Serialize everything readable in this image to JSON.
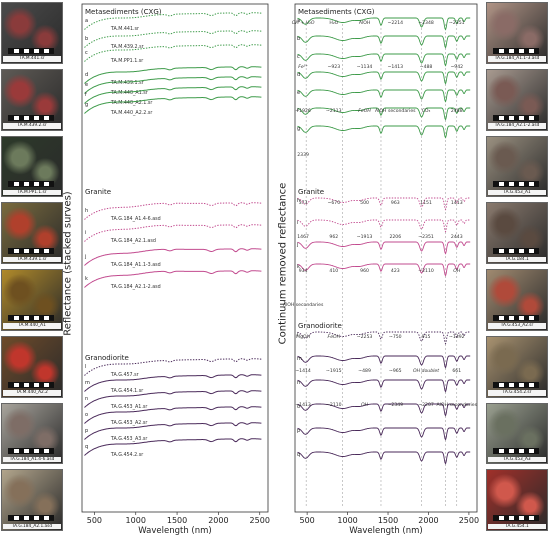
{
  "left_photos": [
    {
      "caption": "TA.M.441.sr",
      "color": "#4b4b4b",
      "accent": "#8a3b3b"
    },
    {
      "caption": "TA.M.439.2.sr",
      "color": "#5e5a55",
      "accent": "#9a3a3a"
    },
    {
      "caption": "TA.M.PP1.1.sr",
      "color": "#2d3a2a",
      "accent": "#6c7a5c"
    },
    {
      "caption": "TA.M.439.1.sr",
      "color": "#7a6b3e",
      "accent": "#b0402c"
    },
    {
      "caption": "TA.M.440_A1",
      "color": "#b08a2a",
      "accent": "#6e5020"
    },
    {
      "caption": "TA.M.440_A2.2",
      "color": "#6e4b2a",
      "accent": "#c0362c"
    },
    {
      "caption": "TA.G.184_A1.4-6.asd",
      "color": "#a8a49c",
      "accent": "#7e6d66"
    },
    {
      "caption": "TA.G.184_A2.1.asd",
      "color": "#b2a58c",
      "accent": "#85705a"
    }
  ],
  "right_photos": [
    {
      "caption": "TA.G.184_A1.1-3.asd",
      "color": "#b09486",
      "accent": "#8a6b66"
    },
    {
      "caption": "TA.G.184_A2.1-2.asd",
      "color": "#a89a90",
      "accent": "#7a5a54"
    },
    {
      "caption": "TA.G.453_A1",
      "color": "#9a9080",
      "accent": "#6a5a50"
    },
    {
      "caption": "TA.G.184.1",
      "color": "#8a7a6e",
      "accent": "#5a4a40"
    },
    {
      "caption": "TA.G.453_A2.sr",
      "color": "#a08a70",
      "accent": "#b04a3a"
    },
    {
      "caption": "TA.G.454.2.sr",
      "color": "#a89270",
      "accent": "#7a6a50"
    },
    {
      "caption": "TA.G.453_A3",
      "color": "#9aa090",
      "accent": "#6a7060"
    },
    {
      "caption": "TA.G.454.1",
      "color": "#a0302a",
      "accent": "#d0584c"
    }
  ],
  "chart_data": [
    {
      "type": "line",
      "panel": "reflectance",
      "ylabel": "Reflectance (stacked surves)",
      "xlabel": "Wavelength (nm)",
      "xlim": [
        350,
        2600
      ],
      "xticks": [
        500,
        1000,
        1500,
        2000,
        2500
      ],
      "groups": [
        {
          "title": "Metasediments (CXG)",
          "color": "#3e9b4a",
          "series": [
            {
              "letter": "a",
              "name": "TA.M.441.sr",
              "style": "dotted",
              "level": 0.0
            },
            {
              "letter": "b",
              "name": "TA.M.439.2.sr",
              "style": "dotted",
              "level": 0.9
            },
            {
              "letter": "c",
              "name": "TA.M.PP1.1.sr",
              "style": "dotted",
              "level": 1.6
            },
            {
              "letter": "d",
              "name": "TA.M.439.1.sr",
              "style": "solid",
              "level": 2.7
            },
            {
              "letter": "e",
              "name": "TA.M.440_A1.sr",
              "style": "solid",
              "level": 3.2
            },
            {
              "letter": "f",
              "name": "TA.M.440_A2.1.sr",
              "style": "solid",
              "level": 3.7
            },
            {
              "letter": "g",
              "name": "TA.M.440_A2.2.sr",
              "style": "solid",
              "level": 4.2
            }
          ]
        },
        {
          "title": "Granite",
          "color": "#c24b8f",
          "series": [
            {
              "letter": "h",
              "name": "TA.G.184_A1.4-6.asd",
              "style": "dotted",
              "level": 0.0
            },
            {
              "letter": "i",
              "name": "TA.G.184_A2.1.asd",
              "style": "dotted",
              "level": 1.1
            },
            {
              "letter": "j",
              "name": "TA.G.184_A1.1-3.asd",
              "style": "solid",
              "level": 2.3
            },
            {
              "letter": "k",
              "name": "TA.G.184_A2.1-2.asd",
              "style": "solid",
              "level": 3.4
            }
          ]
        },
        {
          "title": "Granodiorite",
          "color": "#4a2a5a",
          "series": [
            {
              "letter": "l",
              "name": "TA.G.457.sr",
              "style": "dotted",
              "level": 0.0
            },
            {
              "letter": "m",
              "name": "TA.G.454.1.sr",
              "style": "solid",
              "level": 0.8
            },
            {
              "letter": "n",
              "name": "TA.G.453_A1.sr",
              "style": "solid",
              "level": 1.6
            },
            {
              "letter": "o",
              "name": "TA.G.453_A2.sr",
              "style": "solid",
              "level": 2.4
            },
            {
              "letter": "p",
              "name": "TA.G.453_A3.sr",
              "style": "solid",
              "level": 3.2
            },
            {
              "letter": "q",
              "name": "TA.G.454.2.sr",
              "style": "solid",
              "level": 4.0
            }
          ]
        }
      ]
    },
    {
      "type": "line",
      "panel": "continuum-removed",
      "ylabel": "Continuum removed reflectance",
      "xlabel": "Wavelength (nm)",
      "xlim": [
        350,
        2600
      ],
      "xticks": [
        500,
        1000,
        1500,
        2000,
        2500
      ],
      "groups": [
        {
          "title": "Metasediments (CXG)",
          "color": "#3e9b4a",
          "letters": [
            "a",
            "b",
            "c",
            "d",
            "e",
            "f",
            "g"
          ],
          "annotations": [
            "OH + H₂O",
            "H₂O",
            "AlOH",
            "~2214",
            "~2348",
            "~2351",
            "Fe³⁺",
            "~923",
            "~1134",
            "~1413",
            "~488",
            "~942",
            "~1926",
            "~2113",
            "FeOH",
            "AlOH secondaries",
            "CO₃",
            "2488",
            "2339"
          ]
        },
        {
          "title": "Granite",
          "color": "#c24b8f",
          "letters": [
            "h",
            "i",
            "j",
            "k"
          ],
          "annotations": [
            "373",
            "~670",
            "500",
            "963",
            "1151",
            "1413",
            "1467",
            "962",
            "~1913",
            "2206",
            "~2351",
            "2443",
            "934",
            "410",
            "960",
            "423",
            "~2110",
            "OH",
            "AlOH secondaries"
          ]
        },
        {
          "title": "Granodiorite",
          "color": "#4a2a5a",
          "letters": [
            "l",
            "m",
            "n",
            "o",
            "p",
            "q"
          ],
          "annotations": [
            "MgOH",
            "FeOH",
            "~2253",
            "~750",
            "915",
            "~1392",
            "~1414",
            "~1915",
            "~489",
            "~965",
            "OH doublet",
            "661",
            "~1413",
            "~2110",
            "OH",
            "~2349",
            "~2207",
            "AlOH secondaries"
          ]
        }
      ]
    }
  ]
}
